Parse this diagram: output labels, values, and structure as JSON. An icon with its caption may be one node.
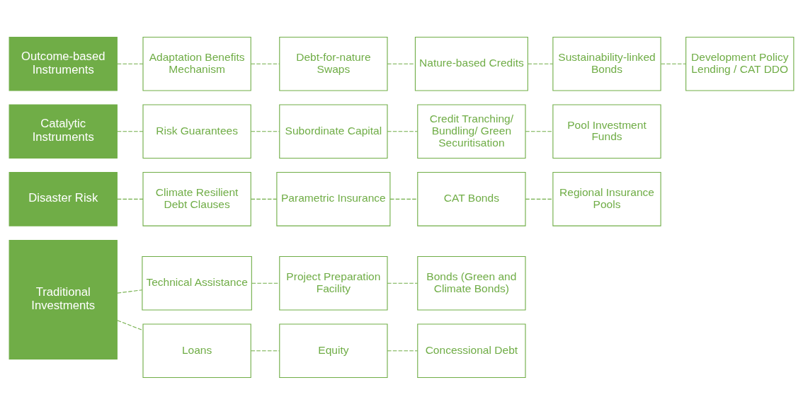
{
  "diagram": {
    "nodes": [
      {
        "text": [
          "Outcome-based Instruments"
        ]
      },
      {
        "text": [
          "Adaptation Benefits Mechanism"
        ]
      },
      {
        "text": [
          "Debt-for-nature Swaps"
        ]
      },
      {
        "text": [
          "Nature-based Credits"
        ]
      },
      {
        "text": [
          "Sustainability-linked Bonds"
        ]
      },
      {
        "text": [
          "Development Policy Lending / CAT DDO"
        ]
      },
      {
        "text": [
          "Catalytic Instruments"
        ]
      },
      {
        "text": [
          "Risk Guarantees"
        ]
      },
      {
        "text": [
          "Subordinate Capital"
        ]
      },
      {
        "text": [
          "Credit Tranching/ Bundling/ Green Securitisation"
        ]
      },
      {
        "text": [
          "Pool Investment Funds"
        ]
      },
      {
        "text": [
          "Disaster Risk"
        ]
      },
      {
        "text": [
          "Climate Resilient Debt Clauses"
        ]
      },
      {
        "text": [
          "Parametric Insurance"
        ]
      },
      {
        "text": [
          "CAT Bonds"
        ]
      },
      {
        "text": [
          "Regional Insurance Pools"
        ]
      },
      {
        "text": [
          "Traditional Investments"
        ]
      },
      {
        "text": [
          "Technical Assistance"
        ]
      },
      {
        "text": [
          "Project Preparation Facility"
        ]
      },
      {
        "text": [
          "Bonds (Green and Climate Bonds)"
        ]
      },
      {
        "text": [
          "Loans"
        ]
      },
      {
        "text": [
          "Equity"
        ]
      },
      {
        "text": [
          "Concessional Debt"
        ]
      }
    ],
    "edges": [
      {
        "from": 0,
        "to": 1,
        "arrow": "none",
        "style": "dashed"
      },
      {
        "from": 1,
        "to": 2,
        "arrow": "none",
        "style": "dashed"
      },
      {
        "from": 2,
        "to": 3,
        "arrow": "none",
        "style": "dashed"
      },
      {
        "from": 3,
        "to": 4,
        "arrow": "none",
        "style": "dashed"
      },
      {
        "from": 4,
        "to": 5,
        "arrow": "none",
        "style": "dashed"
      },
      {
        "from": 6,
        "to": 7,
        "arrow": "none",
        "style": "dashed"
      },
      {
        "from": 7,
        "to": 8,
        "arrow": "none",
        "style": "dashed"
      },
      {
        "from": 8,
        "to": 9,
        "arrow": "none",
        "style": "dashed"
      },
      {
        "from": 9,
        "to": 10,
        "arrow": "none",
        "style": "dashed"
      },
      {
        "from": 11,
        "to": 12,
        "arrow": "none",
        "style": "dashed"
      },
      {
        "from": 12,
        "to": 13,
        "arrow": "none",
        "style": "dashed"
      },
      {
        "from": 13,
        "to": 14,
        "arrow": "none",
        "style": "dashed"
      },
      {
        "from": 14,
        "to": 15,
        "arrow": "none",
        "style": "dashed"
      },
      {
        "from": 16,
        "to": 17,
        "arrow": "none",
        "style": "dashed"
      },
      {
        "from": 17,
        "to": 18,
        "arrow": "none",
        "style": "dashed"
      },
      {
        "from": 18,
        "to": 19,
        "arrow": "none",
        "style": "dashed"
      },
      {
        "from": 16,
        "to": 20,
        "arrow": "none",
        "style": "dashed"
      },
      {
        "from": 20,
        "to": 21,
        "arrow": "none",
        "style": "dashed"
      },
      {
        "from": 21,
        "to": 22,
        "arrow": "none",
        "style": "dashed"
      }
    ]
  }
}
